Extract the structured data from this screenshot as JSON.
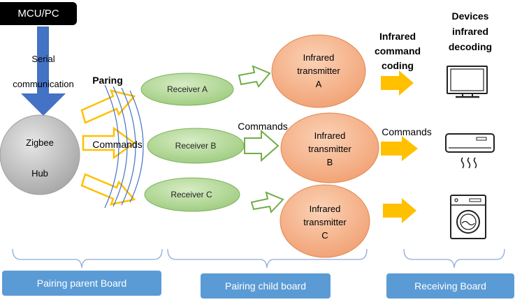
{
  "source": {
    "label": "MCU/PC",
    "link_label": [
      "Serial",
      "communication"
    ]
  },
  "hub": {
    "lines": [
      "Zigbee",
      "Hub"
    ]
  },
  "pairing_labels": {
    "paring": "Paring",
    "commands": "Commands"
  },
  "receivers": [
    {
      "label": "Receiver A"
    },
    {
      "label": "Receiver B"
    },
    {
      "label": "Receiver C"
    }
  ],
  "transmitters": [
    {
      "lines": [
        "Infrared",
        "transmitter",
        "A"
      ]
    },
    {
      "lines": [
        "Infrared",
        "transmitter",
        "B"
      ]
    },
    {
      "lines": [
        "Infrared",
        "transmitter",
        "C"
      ]
    }
  ],
  "mid_label": "Commands",
  "right_label": "Commands",
  "coding_label": [
    "Infrared",
    "command",
    "coding"
  ],
  "devices_label": [
    "Devices",
    "infrared",
    "decoding"
  ],
  "devices": [
    {
      "icon": "tv-icon"
    },
    {
      "icon": "air-conditioner-icon"
    },
    {
      "icon": "washing-machine-icon"
    }
  ],
  "boards": [
    {
      "label": "Pairing parent Board"
    },
    {
      "label": "Pairing child board"
    },
    {
      "label": "Receiving Board"
    }
  ],
  "colors": {
    "accent_blue": "#4472c4",
    "board_blue": "#5b9bd5",
    "receiver_green": "#a9d18e",
    "transmitter_orange": "#f4b183",
    "arrow_yellow": "#ffc000",
    "hub_gray": "#bfbfbf"
  }
}
